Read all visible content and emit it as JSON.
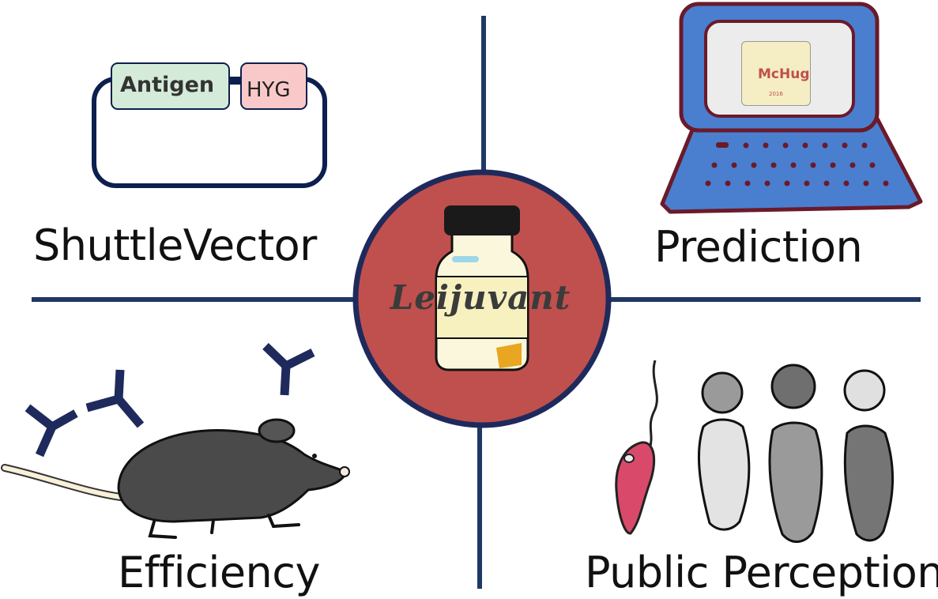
{
  "center": {
    "label": "Leijuvant"
  },
  "quadrants": {
    "top_left": {
      "label": "ShuttleVector"
    },
    "top_right": {
      "label": "Prediction"
    },
    "bottom_left": {
      "label": "Efficiency"
    },
    "bottom_right": {
      "label": "Public Perception"
    }
  },
  "vector": {
    "antigen_label": "Antigen",
    "marker_label": "HYG"
  },
  "laptop": {
    "logo_text": "McHug",
    "logo_year": "2016"
  },
  "colors": {
    "divider": "#1f3864",
    "center_fill": "#c0504d",
    "center_ring": "#1f2a5c",
    "antigen_box": "#d5ebd9",
    "hyg_box": "#f9c9c9",
    "laptop_body": "#4a7fd0",
    "laptop_outline": "#6b1a2a",
    "antibody": "#1f2a5c",
    "mouse": "#4a4a4a",
    "parasite": "#d94a6a"
  },
  "icons": [
    "vaccine-vial-icon",
    "laptop-icon",
    "mouse-icon",
    "antibody-icon",
    "parasite-icon",
    "people-icon"
  ]
}
